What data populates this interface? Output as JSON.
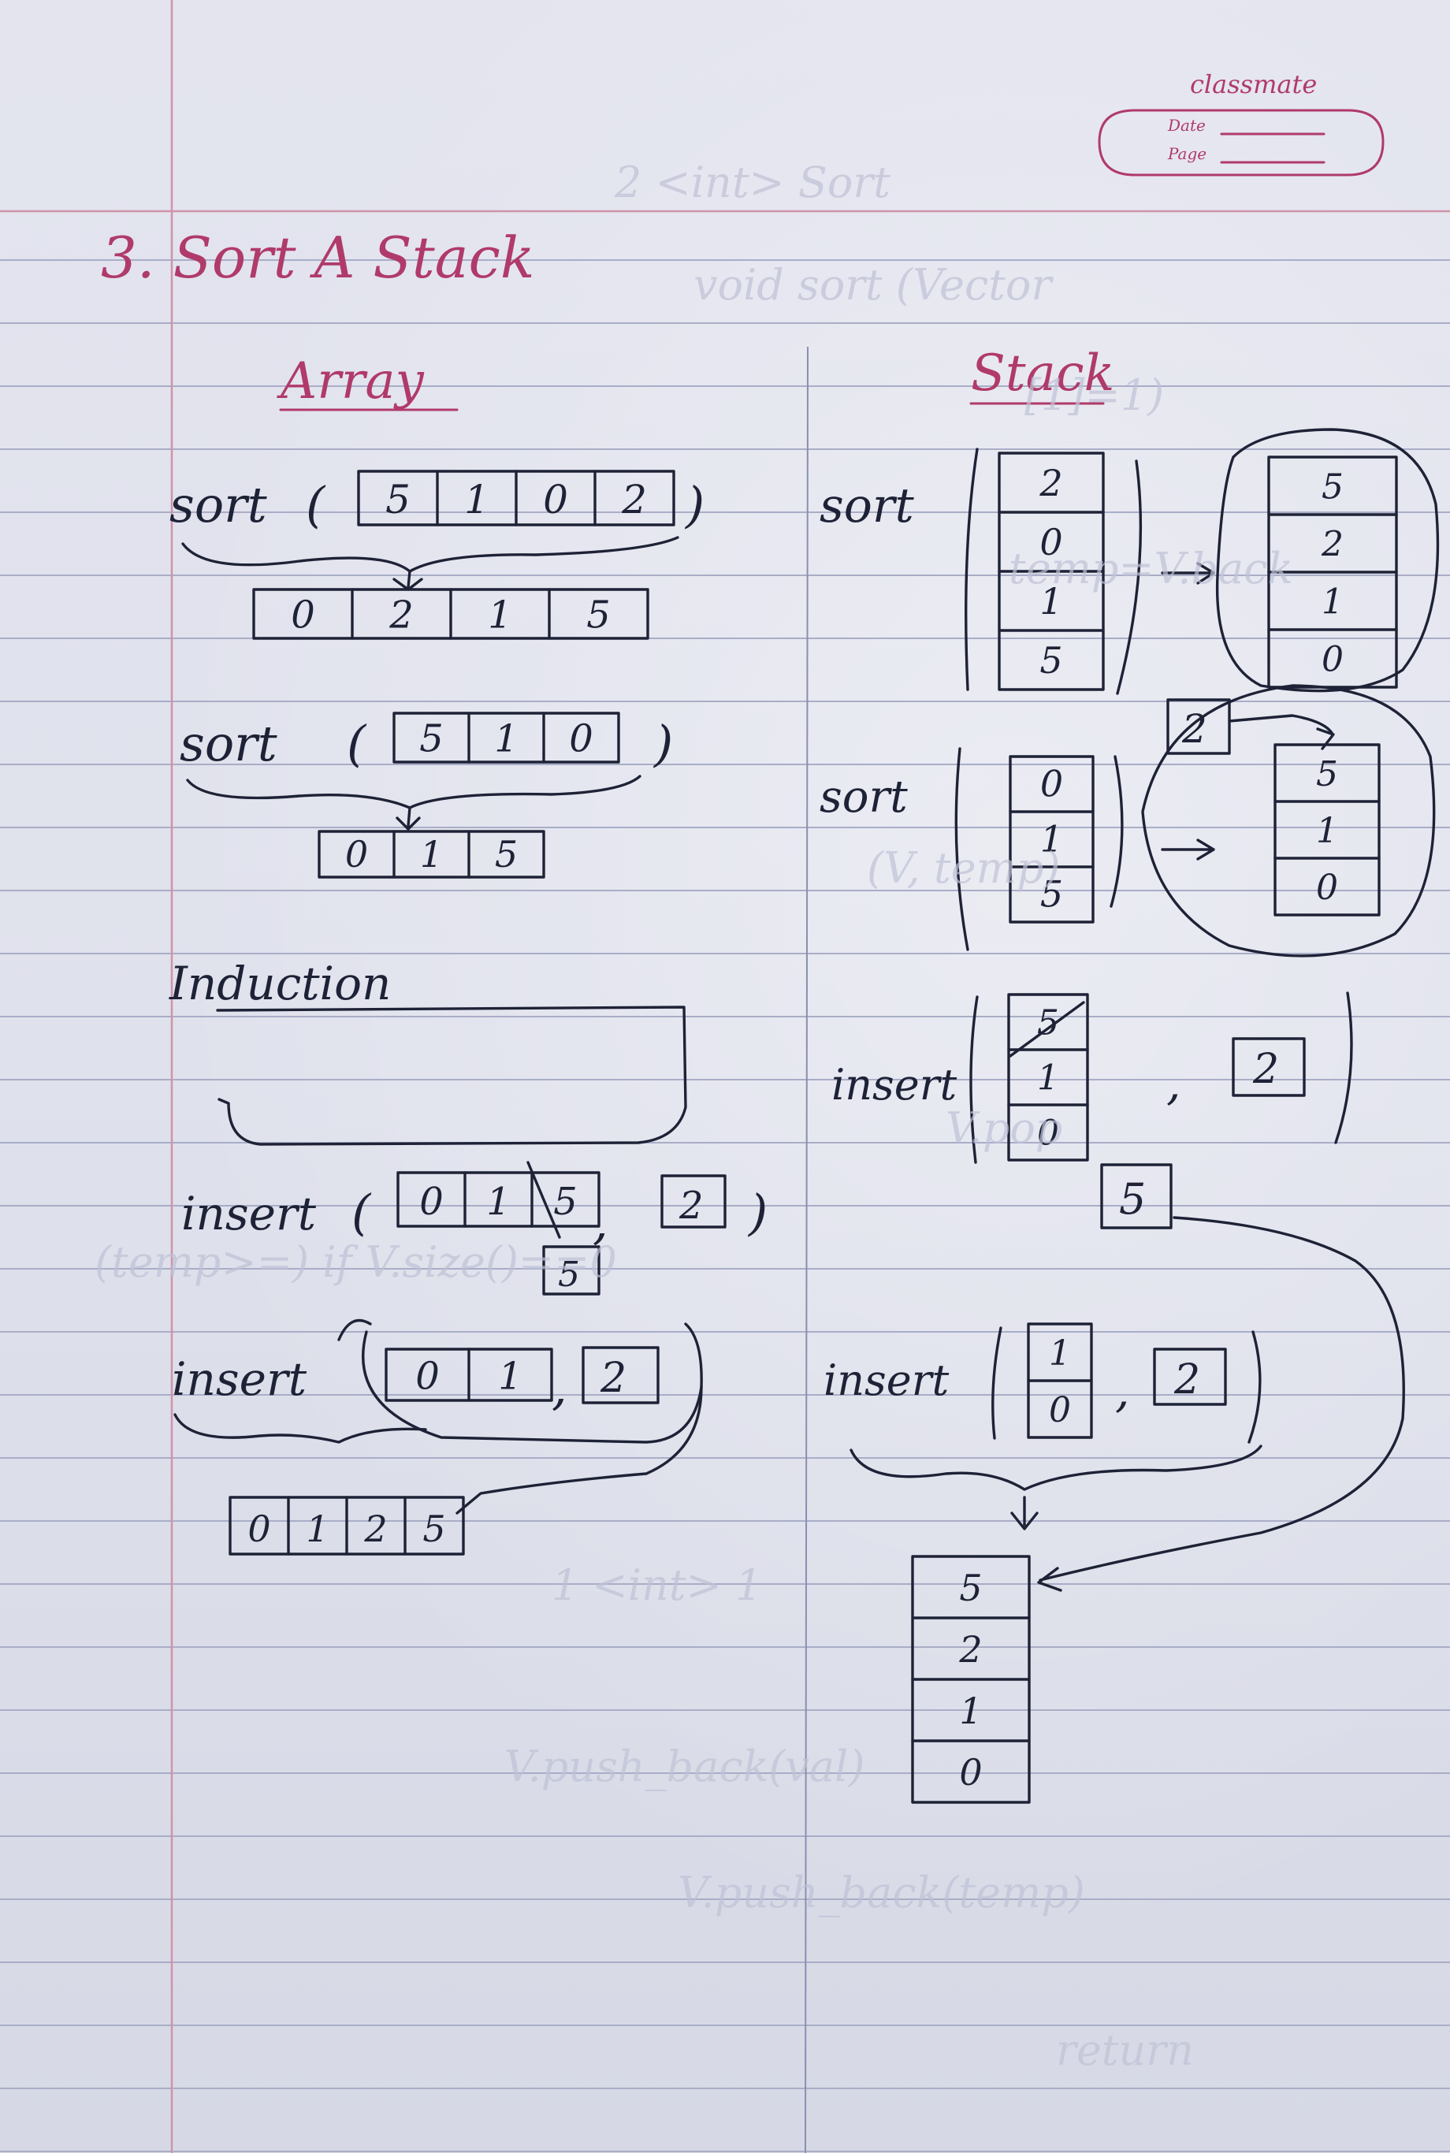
{
  "brand": "classmate",
  "header_fields": {
    "date": "Date",
    "page": "Page"
  },
  "heading": "3. Sort A Stack",
  "columns": {
    "left": "Array",
    "right": "Stack"
  },
  "array_section": {
    "sort_label": "sort",
    "sort_1_input": [
      "5",
      "1",
      "0",
      "2"
    ],
    "sort_1_output": [
      "0",
      "2",
      "1",
      "5"
    ],
    "sort_2_input": [
      "5",
      "1",
      "0"
    ],
    "sort_2_output": [
      "0",
      "1",
      "5"
    ],
    "induction_label": "Induction",
    "insert_label": "insert",
    "insert_1_array": [
      "0",
      "1",
      "5"
    ],
    "insert_1_value": "2",
    "insert_1_removed": "5",
    "insert_2_array": [
      "0",
      "1"
    ],
    "insert_2_value": "2",
    "result": [
      "0",
      "1",
      "2",
      "5"
    ]
  },
  "stack_section": {
    "sort_label": "sort",
    "stack_1_input": [
      "2",
      "0",
      "1",
      "5"
    ],
    "stack_1_output": [
      "5",
      "2",
      "1",
      "0"
    ],
    "popped_value": "2",
    "stack_2_input": [
      "0",
      "1",
      "5"
    ],
    "stack_2_output": [
      "5",
      "1",
      "0"
    ],
    "insert_label": "insert",
    "insert_1_stack": [
      "5",
      "1",
      "0"
    ],
    "insert_1_value": "2",
    "insert_1_popped": "5",
    "insert_2_stack": [
      "1",
      "0"
    ],
    "insert_2_value": "2",
    "result_stack": [
      "5",
      "2",
      "1",
      "0"
    ]
  }
}
